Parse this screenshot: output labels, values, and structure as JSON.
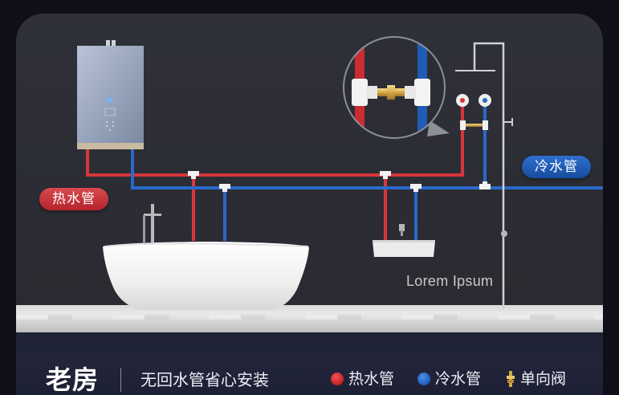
{
  "diagram": {
    "labels": {
      "hot_pipe_tag": "热水管",
      "cold_pipe_tag": "冷水管",
      "placeholder_caption": "Lorem Ipsum"
    },
    "fixtures": [
      "water-heater",
      "bathtub",
      "washbasin",
      "shower",
      "check-valve-magnifier"
    ]
  },
  "footer": {
    "title": "老房",
    "subtitle": "无回水管省心安装",
    "legend": [
      {
        "icon": "red-dot-icon",
        "label": "热水管",
        "color": "#c8262c"
      },
      {
        "icon": "blue-dot-icon",
        "label": "冷水管",
        "color": "#2061c0"
      },
      {
        "icon": "check-valve-icon",
        "label": "单向阀",
        "color": "#d4a84a"
      }
    ]
  },
  "colors": {
    "hot_pipe": "#d8363b",
    "cold_pipe": "#2a69c9",
    "panel_bg": "#2d2e35",
    "footer_bg": "#20233a",
    "page_bg": "#0f0f17"
  }
}
